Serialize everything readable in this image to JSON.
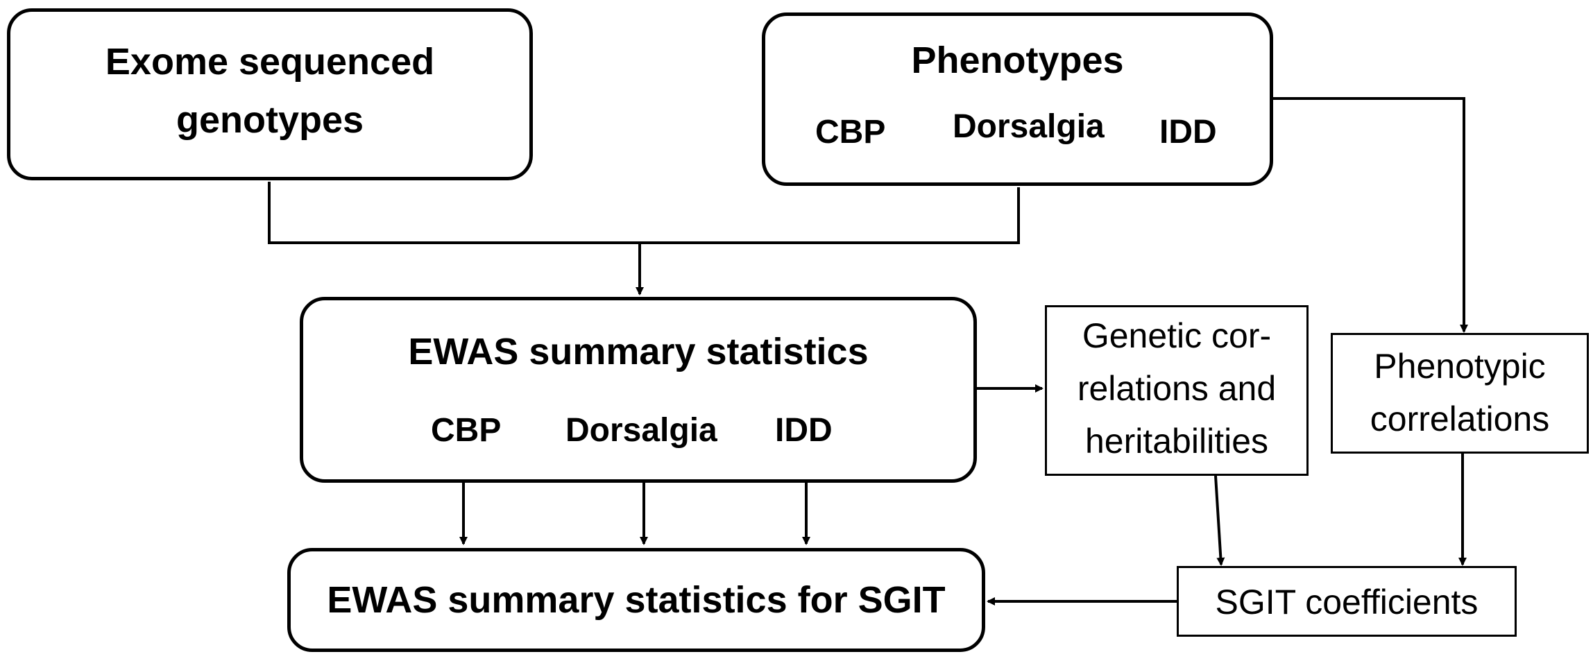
{
  "nodes": {
    "exome": {
      "line1": "Exome sequenced",
      "line2": "genotypes"
    },
    "phenotypes": {
      "title": "Phenotypes",
      "items": [
        "CBP",
        "Dorsalgia",
        "IDD"
      ]
    },
    "ewas": {
      "title": "EWAS summary statistics",
      "items": [
        "CBP",
        "Dorsalgia",
        "IDD"
      ]
    },
    "genetic": {
      "line1": "Genetic cor-",
      "line2": "relations and",
      "line3": "heritabilities"
    },
    "phenotypic": {
      "line1": "Phenotypic",
      "line2": "correlations"
    },
    "ewas_sgit": {
      "title": "EWAS summary statistics for SGIT"
    },
    "sgit_coef": {
      "title": "SGIT coefficients"
    }
  },
  "colors": {
    "stroke": "#000000",
    "fill": "#ffffff"
  }
}
